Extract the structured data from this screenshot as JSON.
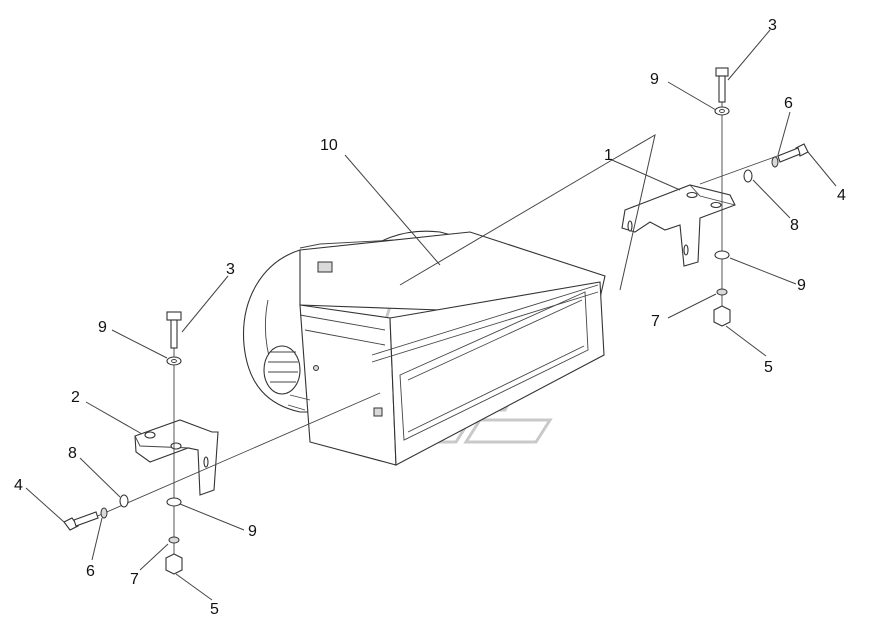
{
  "diagram": {
    "callouts": [
      {
        "key": "c1",
        "label": "1"
      },
      {
        "key": "c10",
        "label": "10"
      },
      {
        "key": "r3",
        "label": "3"
      },
      {
        "key": "r9a",
        "label": "9"
      },
      {
        "key": "r6",
        "label": "6"
      },
      {
        "key": "r4",
        "label": "4"
      },
      {
        "key": "r8",
        "label": "8"
      },
      {
        "key": "r9b",
        "label": "9"
      },
      {
        "key": "r7",
        "label": "7"
      },
      {
        "key": "r5",
        "label": "5"
      },
      {
        "key": "l3",
        "label": "3"
      },
      {
        "key": "l9a",
        "label": "9"
      },
      {
        "key": "l2",
        "label": "2"
      },
      {
        "key": "l8",
        "label": "8"
      },
      {
        "key": "l4",
        "label": "4"
      },
      {
        "key": "l6",
        "label": "6"
      },
      {
        "key": "l7",
        "label": "7"
      },
      {
        "key": "l9b",
        "label": "9"
      },
      {
        "key": "l5",
        "label": "5"
      }
    ]
  }
}
